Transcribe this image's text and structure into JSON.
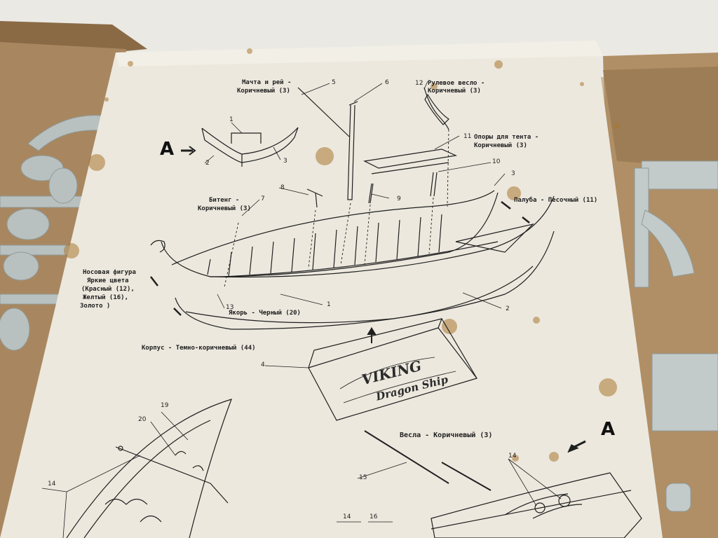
{
  "labels": {
    "mast": "Мачта и рей -",
    "mast_color": "Коричневый (3)",
    "rudder": "Рулевое весло -",
    "rudder_color": "Коричневый (3)",
    "awning": "Опоры для тента -",
    "awning_color": "Коричневый (3)",
    "bitts": "Битенг -",
    "bitts_color": "Коричневый (3)",
    "deck": "Палуба - Песочный (11)",
    "figurehead_1": "Носовая фигура",
    "figurehead_2": "Яркие цвета",
    "figurehead_3": "(Красный (12),",
    "figurehead_4": "Желтый (16),",
    "figurehead_5": "Золото )",
    "anchor": "Якорь - Черный (20)",
    "hull": "Корпус - Темно-коричневый (44)",
    "oars": "Весла - Коричневый (3)",
    "view_a_left": "A",
    "view_a_right": "A",
    "stand_line1": "VIKING",
    "stand_line2": "Dragon Ship"
  },
  "part_numbers": {
    "p1": "1",
    "p2": "2",
    "p3": "3",
    "p5": "5",
    "p6": "6",
    "p12": "12",
    "p11": "11",
    "p10": "10",
    "p3b": "3",
    "p8": "8",
    "p7": "7",
    "p9": "9",
    "p1b": "1",
    "p13": "13",
    "p2b": "2",
    "p4": "4",
    "p19": "19",
    "p20": "20",
    "p14a": "14",
    "p15": "15",
    "p14b": "14",
    "p14c": "14",
    "p16": "16"
  },
  "colors": {
    "paper": "#ece8de",
    "ink": "#1f1f1f",
    "cardboard": "#a8875f",
    "plastic": "#b9c2c1",
    "stain": "#a9772f"
  }
}
